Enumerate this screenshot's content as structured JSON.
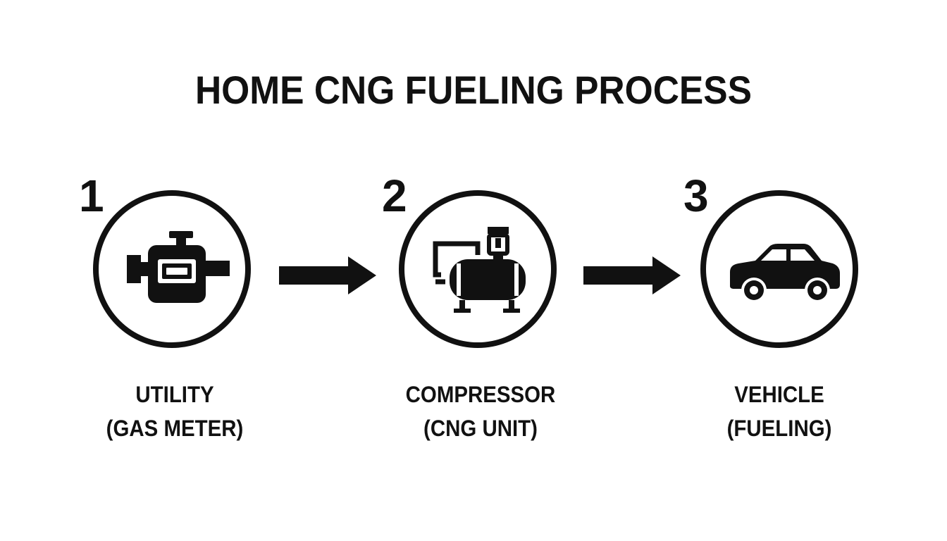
{
  "title": "HOME CNG FUELING PROCESS",
  "steps": [
    {
      "number": "1",
      "line1": "UTILITY",
      "line2": "(GAS METER)",
      "icon": "gas-meter-icon"
    },
    {
      "number": "2",
      "line1": "COMPRESSOR",
      "line2": "(CNG UNIT)",
      "icon": "compressor-icon"
    },
    {
      "number": "3",
      "line1": "VEHICLE",
      "line2": "(FUELING)",
      "icon": "car-icon"
    }
  ],
  "colors": {
    "ink": "#111111",
    "background": "#ffffff"
  }
}
